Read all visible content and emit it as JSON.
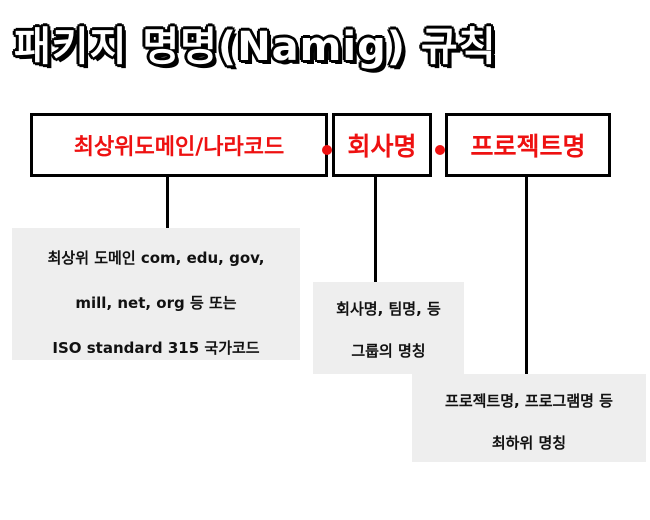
{
  "title": "패키지 명명(Namig) 규칙",
  "boxes": {
    "tld": "최상위도메인/나라코드",
    "company": "회사명",
    "project": "프로젝트명"
  },
  "notes": {
    "tld": [
      "최상위 도메인 com, edu, gov,",
      "mill, net, org 등 또는",
      "ISO standard 315 국가코드"
    ],
    "company": [
      "회사명, 팀명, 등",
      "그룹의 명칭"
    ],
    "project": [
      "프로젝트명, 프로그램명 등",
      "최하위 명칭"
    ]
  },
  "colors": {
    "box_text": "#ee1111",
    "separator_dot": "#ee1111",
    "note_bg": "#eeeeee"
  }
}
